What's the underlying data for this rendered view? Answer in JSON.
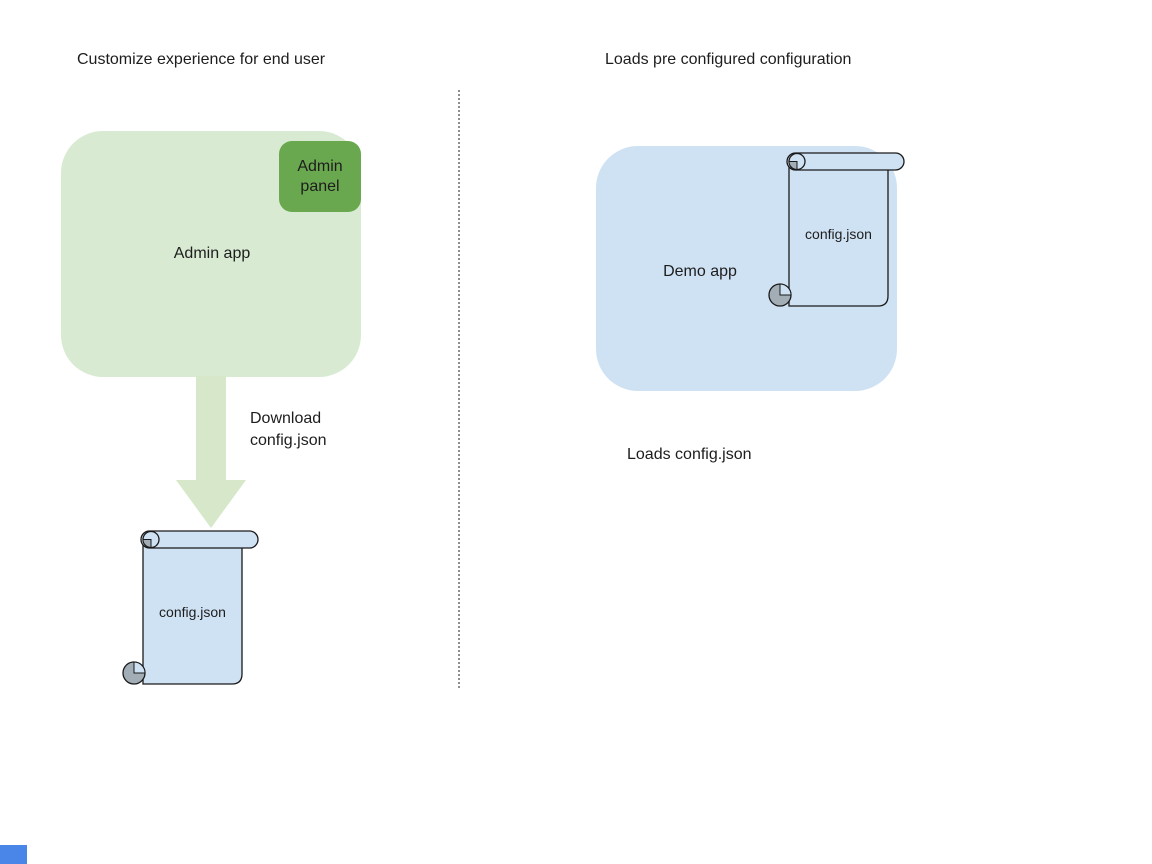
{
  "colors": {
    "background": "#ffffff",
    "admin_app_fill": "#d9ead3",
    "admin_panel_fill": "#6aa84f",
    "arrow_fill": "#d6e8c9",
    "demo_app_fill": "#cfe2f3",
    "scroll_fill": "#cfe2f3",
    "scroll_outline": "#1a1a1a",
    "scroll_curl_gray": "#a3adb6",
    "divider_gray": "#8f8f8f",
    "corner_square_blue": "#4a86e8",
    "text": "#1d1d1d"
  },
  "left_panel": {
    "title": "Customize experience for end user",
    "admin_app_label": "Admin app",
    "admin_panel_label": "Admin panel",
    "arrow_caption": "Download\nconfig.json",
    "scroll_label": "config.json"
  },
  "right_panel": {
    "title": "Loads pre configured configuration",
    "demo_app_label": "Demo app",
    "scroll_label": "config.json",
    "caption": "Loads config.json"
  }
}
